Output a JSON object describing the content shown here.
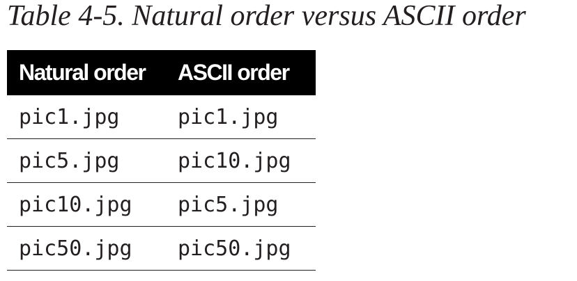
{
  "caption": "Table 4-5. Natural order versus ASCII order",
  "table": {
    "headers": [
      "Natural order",
      "ASCII order"
    ],
    "rows": [
      [
        "pic1.jpg",
        "pic1.jpg"
      ],
      [
        "pic5.jpg",
        "pic10.jpg"
      ],
      [
        "pic10.jpg",
        "pic5.jpg"
      ],
      [
        "pic50.jpg",
        "pic50.jpg"
      ]
    ]
  }
}
